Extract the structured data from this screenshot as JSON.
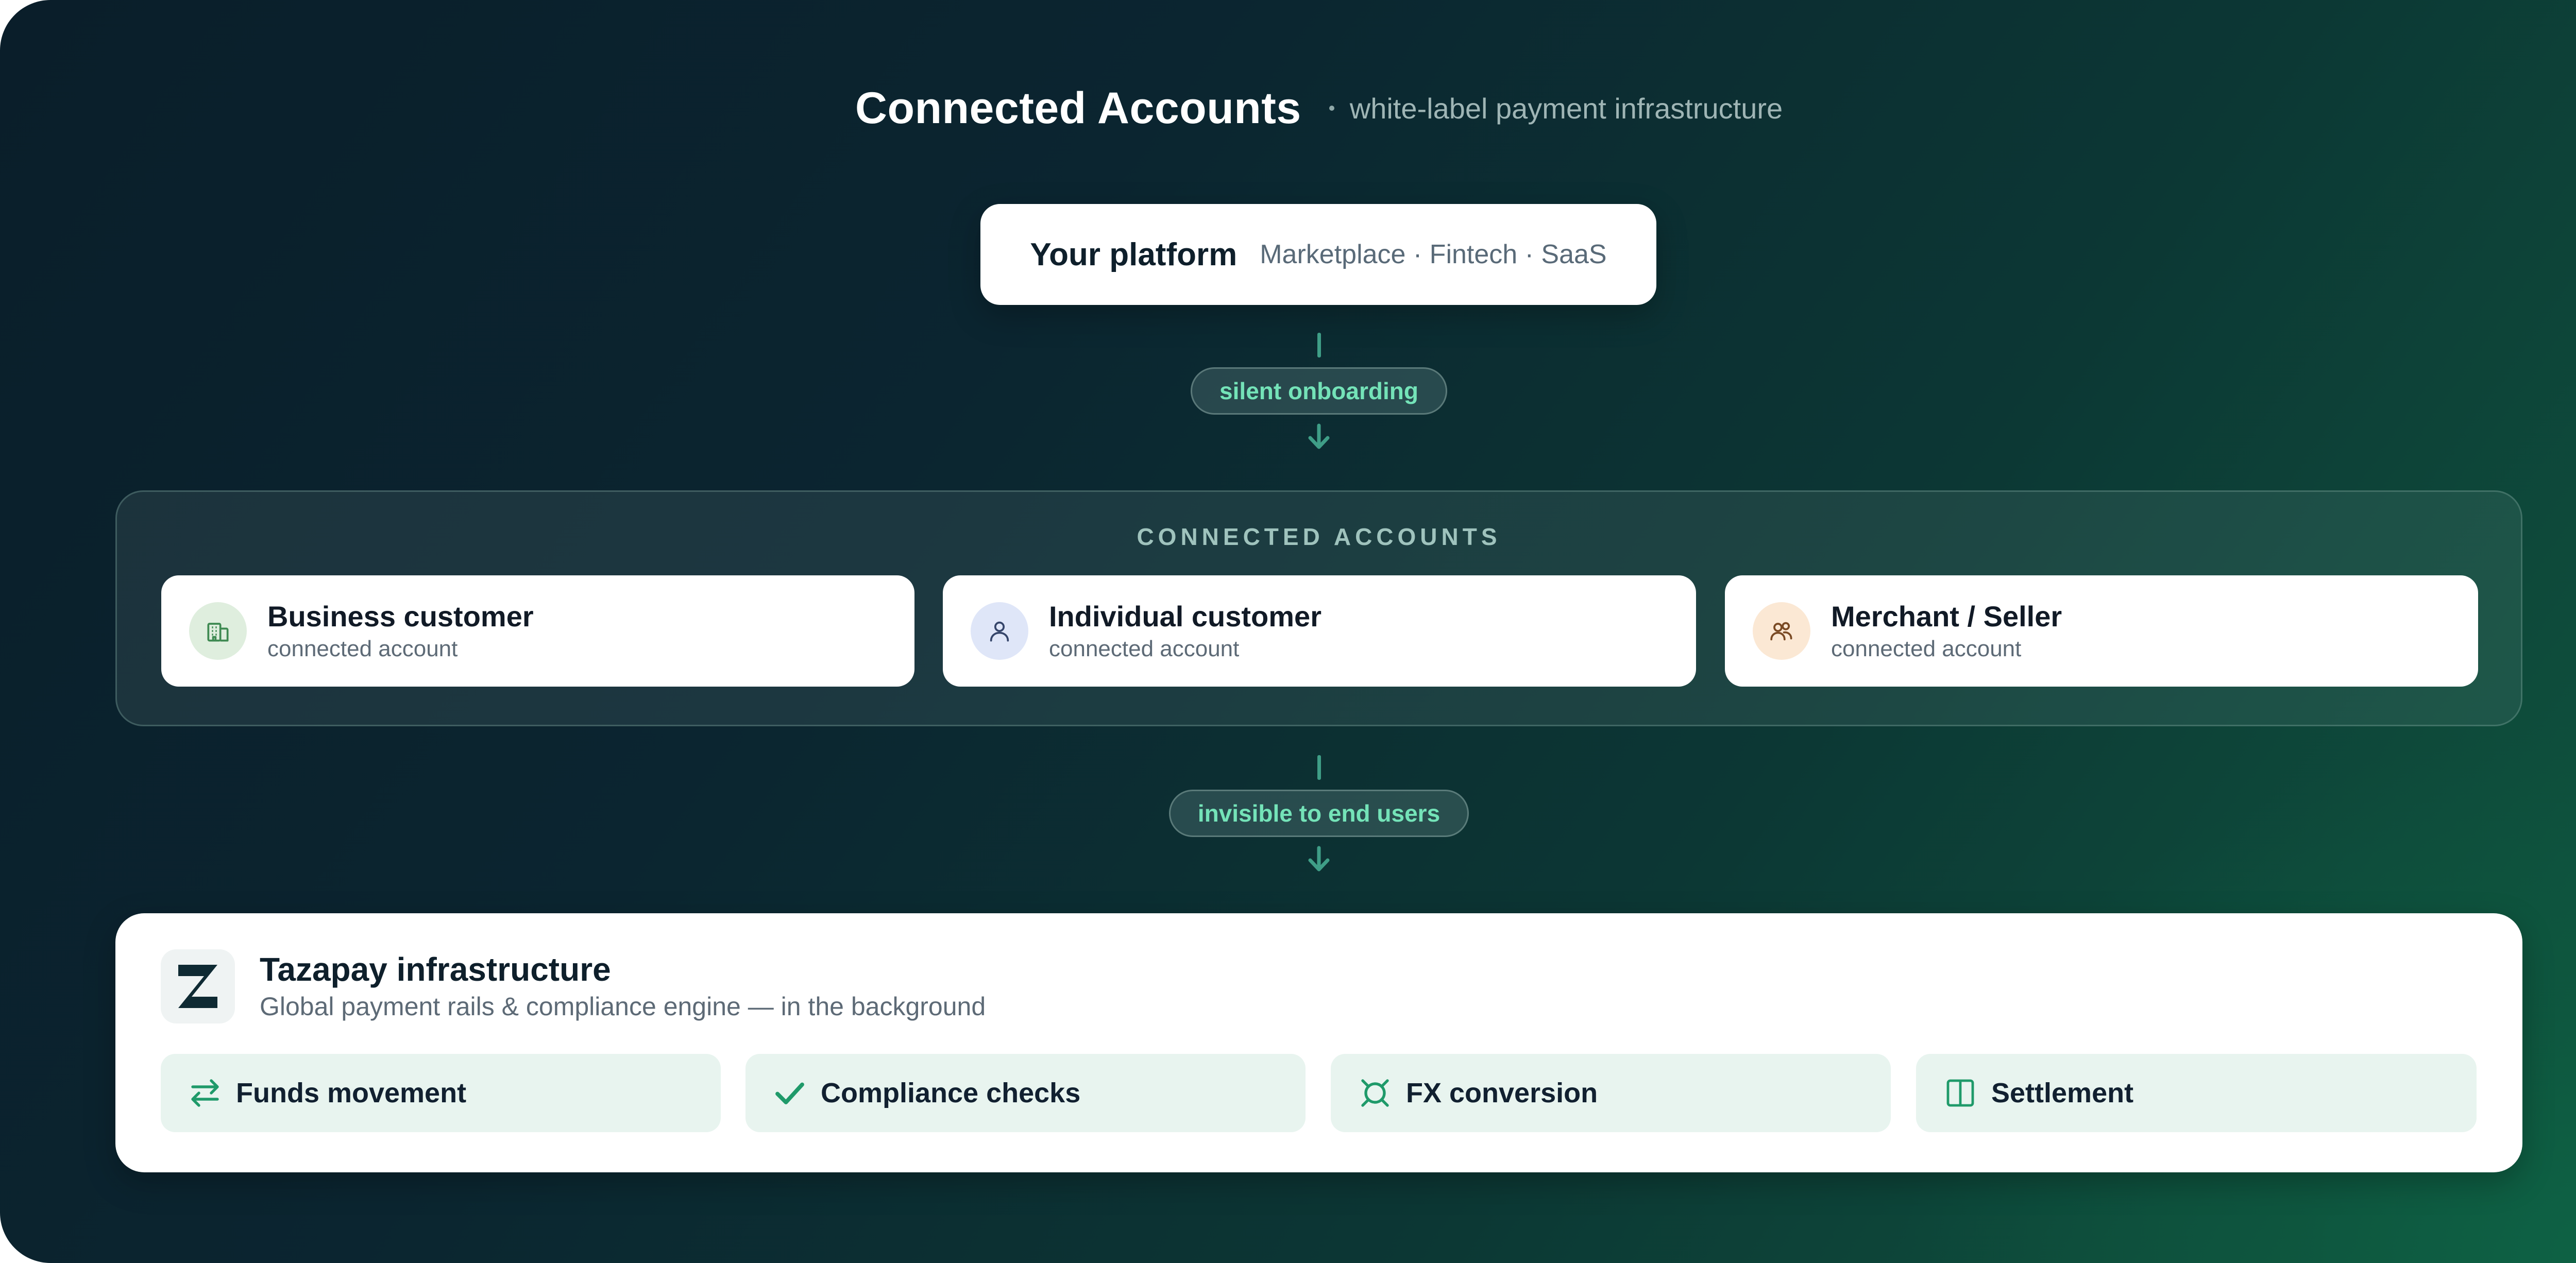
{
  "header": {
    "title": "Connected Accounts",
    "subtitle": "white-label payment infrastructure"
  },
  "platform": {
    "name": "Your platform",
    "tags": "Marketplace · Fintech · SaaS"
  },
  "connector_top": {
    "label": "silent onboarding"
  },
  "accounts_panel": {
    "title": "CONNECTED ACCOUNTS",
    "cards": [
      {
        "name": "Business customer",
        "sub": "connected account",
        "icon": "building-icon",
        "icon_bg": "#dfeede",
        "icon_color": "#3f8a52"
      },
      {
        "name": "Individual customer",
        "sub": "connected account",
        "icon": "person-icon",
        "icon_bg": "#dfe6f8",
        "icon_color": "#35456a"
      },
      {
        "name": "Merchant / Seller",
        "sub": "connected account",
        "icon": "group-icon",
        "icon_bg": "#fbe8d4",
        "icon_color": "#7a4a24"
      }
    ]
  },
  "connector_bottom": {
    "label": "invisible to end users"
  },
  "infrastructure": {
    "title": "Tazapay infrastructure",
    "subtitle": "Global payment rails & compliance engine — in the background",
    "logo": "Z",
    "features": [
      {
        "label": "Funds movement",
        "icon": "swap-arrows-icon"
      },
      {
        "label": "Compliance checks",
        "icon": "check-icon"
      },
      {
        "label": "FX conversion",
        "icon": "currency-icon"
      },
      {
        "label": "Settlement",
        "icon": "columns-icon"
      }
    ]
  },
  "colors": {
    "accent": "#74e3b8",
    "connector": "#3f9e87",
    "feature_bg": "#e8f4ef",
    "feature_icon": "#1f9a6a"
  }
}
